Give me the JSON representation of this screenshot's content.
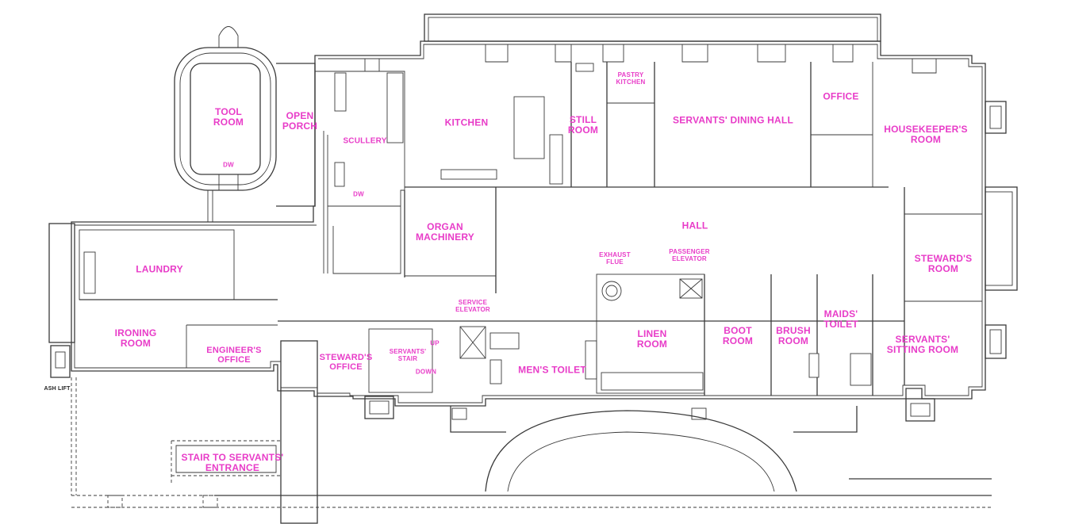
{
  "colors": {
    "label": "#e83cc8",
    "wall": "#3a3a3a",
    "background": "#ffffff"
  },
  "rooms": {
    "tool_room": "TOOL\nROOM",
    "dw_tool": "DW",
    "open_porch": "OPEN\nPORCH",
    "scullery": "SCULLERY",
    "dw_scullery": "DW",
    "kitchen": "KITCHEN",
    "still_room": "STILL\nROOM",
    "pastry_kitchen": "PASTRY\nKITCHEN",
    "servants_dining_hall": "SERVANTS' DINING HALL",
    "office": "OFFICE",
    "housekeepers_room": "HOUSEKEEPER'S\nROOM",
    "hall": "HALL",
    "organ_machinery": "ORGAN\nMACHINERY",
    "laundry": "LAUNDRY",
    "exhaust_flue": "EXHAUST\nFLUE",
    "passenger_elevator": "PASSENGER\nELEVATOR",
    "stewards_room": "STEWARD'S\nROOM",
    "service_elevator": "SERVICE\nELEVATOR",
    "ironing_room": "IRONING\nROOM",
    "linen_room": "LINEN\nROOM",
    "boot_room": "BOOT\nROOM",
    "brush_room": "BRUSH\nROOM",
    "maids_toilet": "MAIDS'\nTOILET",
    "servants_sitting_room": "SERVANTS'\nSITTING ROOM",
    "engineers_office": "ENGINEER'S\nOFFICE",
    "stewards_office": "STEWARD'S\nOFFICE",
    "servants_stair": "SERVANTS'\nSTAIR",
    "up": "UP",
    "down": "DOWN",
    "mens_toilet": "MEN'S TOILET",
    "ash_lift": "ASH LIFT",
    "stair_to_servants_entrance": "STAIR TO SERVANTS'\nENTRANCE"
  }
}
